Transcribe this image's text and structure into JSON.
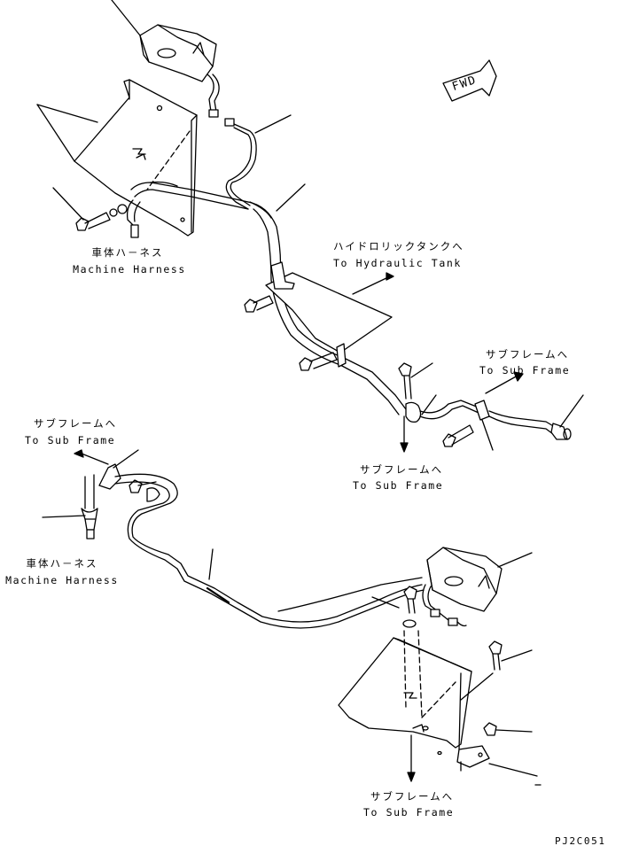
{
  "diagram": {
    "fwd_marker": "FWD",
    "drawing_code": "PJ2C051",
    "labels": {
      "machine_harness_top_jp": "車体ハ－ネス",
      "machine_harness_top_en": "Machine Harness",
      "hydraulic_tank_jp": "ハイドロリックタンクへ",
      "hydraulic_tank_en": "To Hydraulic Tank",
      "sub_frame_right_jp": "サブフレームへ",
      "sub_frame_right_en": "To Sub Frame",
      "sub_frame_left_jp": "サブフレームへ",
      "sub_frame_left_en": "To Sub Frame",
      "sub_frame_mid_jp": "サブフレームへ",
      "sub_frame_mid_en": "To Sub Frame",
      "machine_harness_bottom_jp": "車体ハ－ネス",
      "machine_harness_bottom_en": "Machine Harness",
      "sub_frame_bottom_jp": "サブフレームへ",
      "sub_frame_bottom_en": "To Sub Frame"
    },
    "colors": {
      "line": "#000000",
      "background": "#ffffff"
    }
  }
}
